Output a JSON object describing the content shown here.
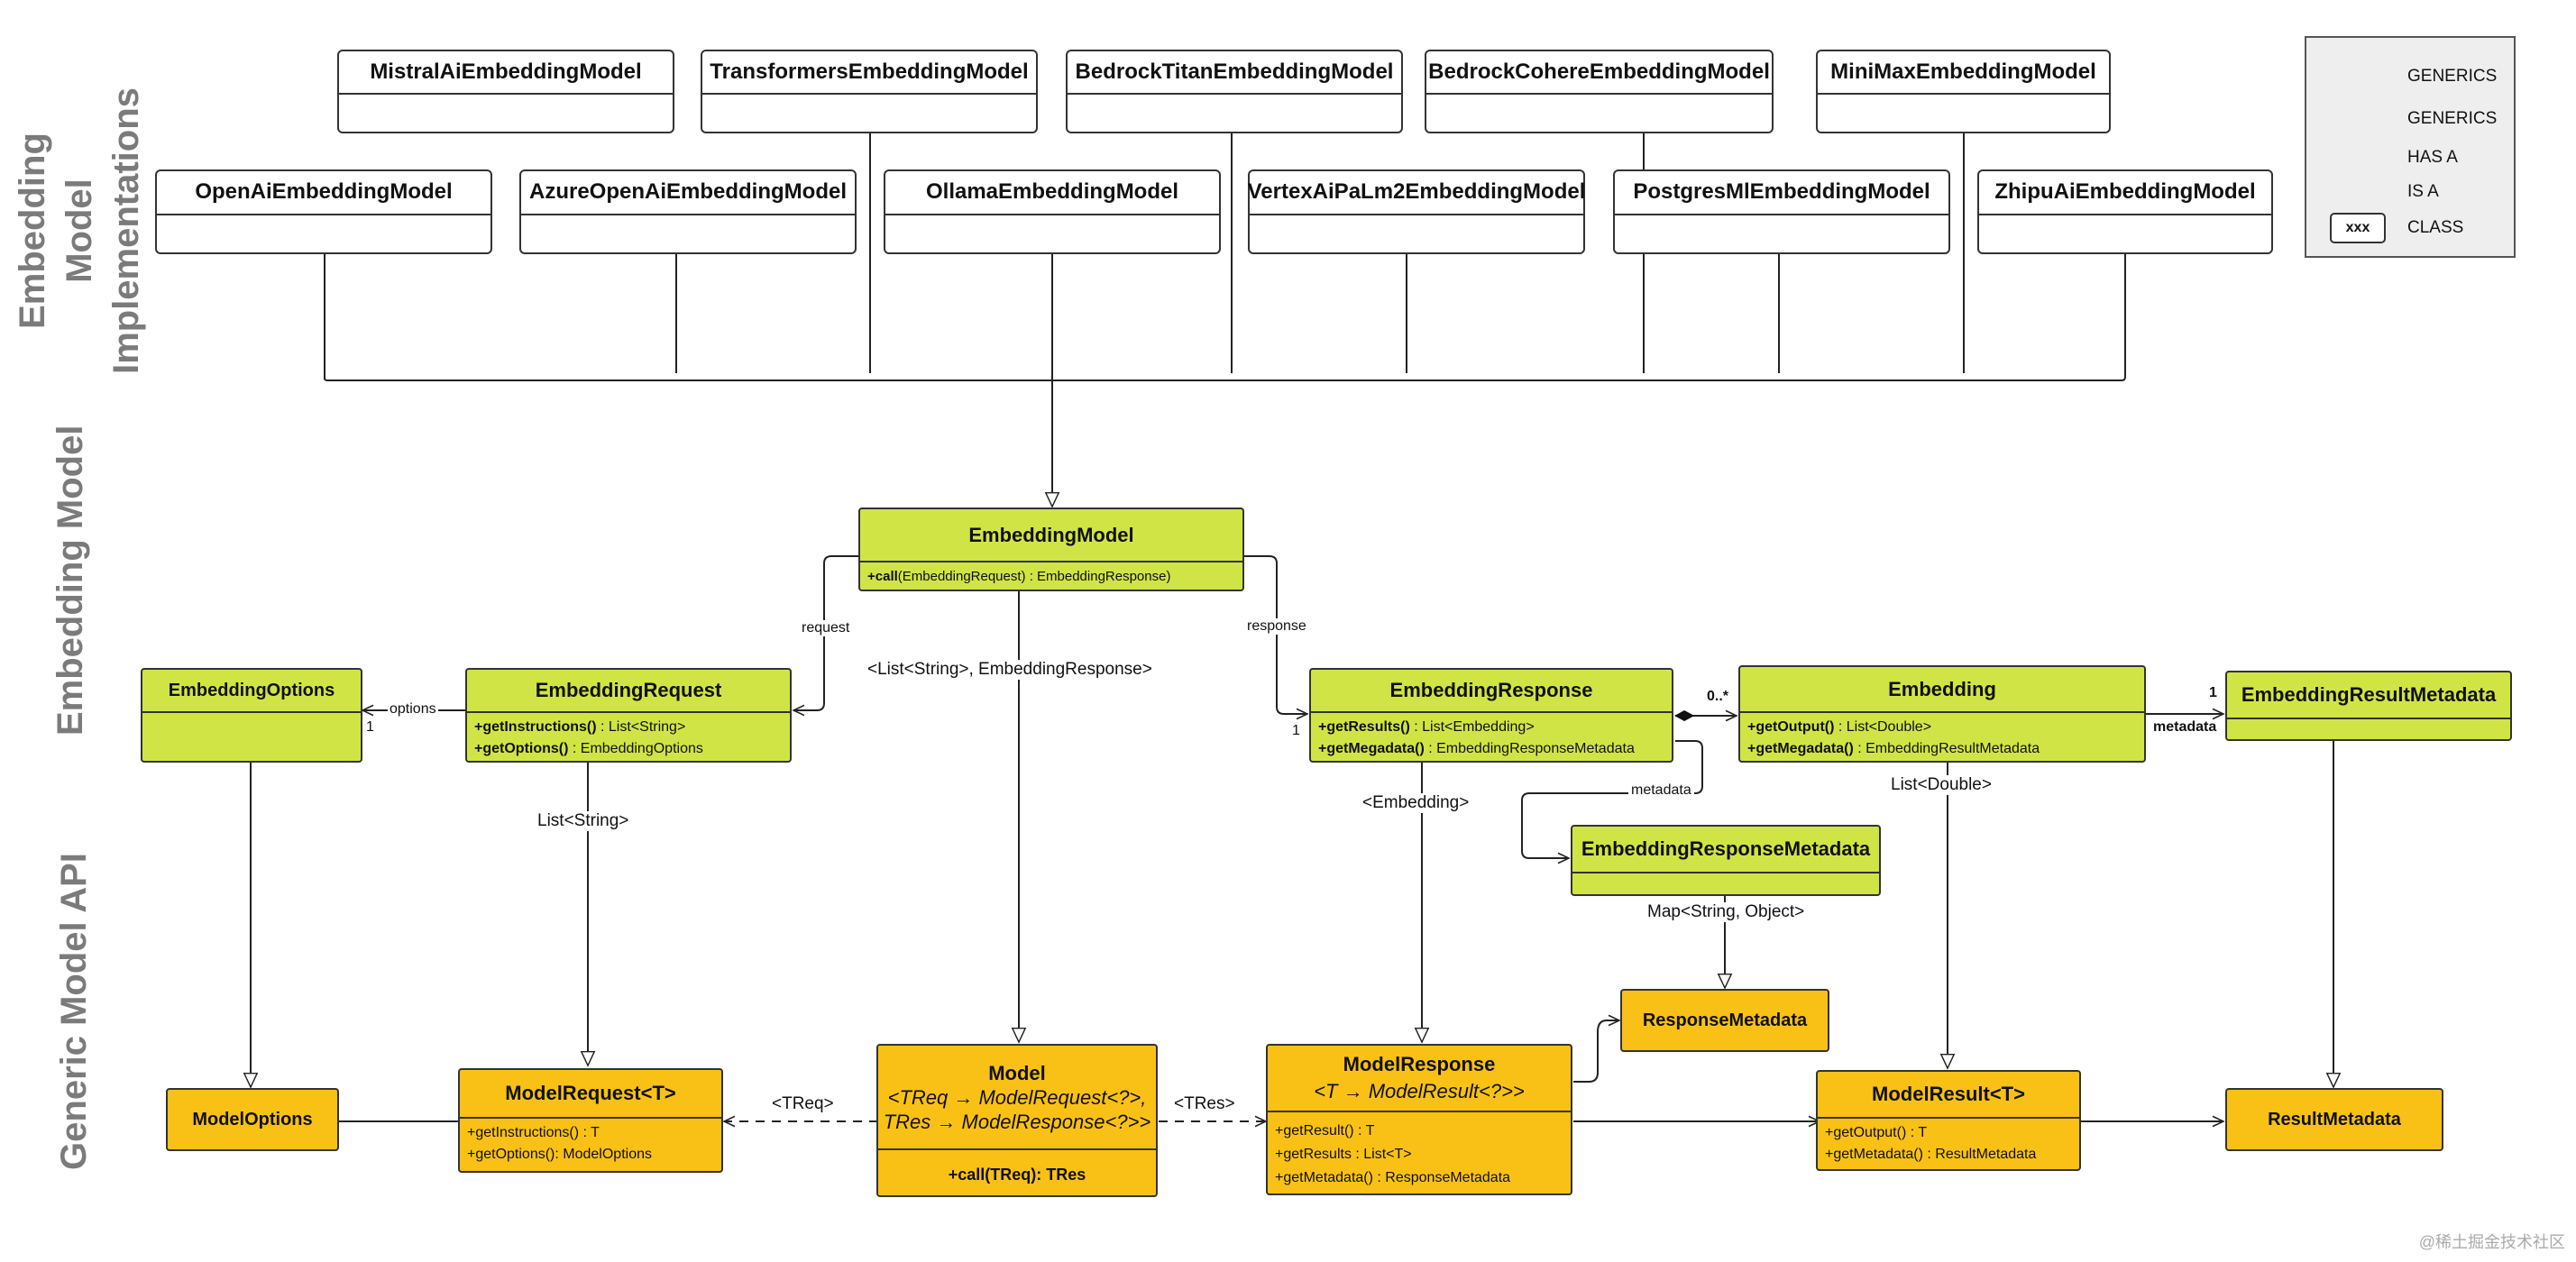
{
  "sections": {
    "implementations": "Embedding Model Implementations",
    "embedding_model": "Embedding Model",
    "generic_api": "Generic Model API"
  },
  "implementations": {
    "top_row": [
      "MistralAiEmbeddingModel",
      "TransformersEmbeddingModel",
      "BedrockTitanEmbeddingModel",
      "BedrockCohereEmbeddingModel",
      "MiniMaxEmbeddingModel"
    ],
    "bottom_row": [
      "OpenAiEmbeddingModel",
      "AzureOpenAiEmbeddingModel",
      "OllamaEmbeddingModel",
      "VertexAiPaLm2EmbeddingModel",
      "PostgresMlEmbeddingModel",
      "ZhipuAiEmbeddingModel"
    ]
  },
  "legend": {
    "generics_dashed": "GENERICS",
    "generics_diamond": "GENERICS",
    "has_a": "HAS A",
    "is_a": "IS A",
    "class_box": "xxx",
    "class": "CLASS"
  },
  "classes": {
    "embedding_model": {
      "name": "EmbeddingModel",
      "method_bold": "+call",
      "method_rest": "(EmbeddingRequest) : EmbeddingResponse)"
    },
    "embedding_options": {
      "name": "EmbeddingOptions"
    },
    "embedding_request": {
      "name": "EmbeddingRequest",
      "m1_bold": "+getInstructions()",
      "m1_rest": " : List<String>",
      "m2_bold": "+getOptions()",
      "m2_rest": " : EmbeddingOptions"
    },
    "embedding_response": {
      "name": "EmbeddingResponse",
      "m1_bold": "+getResults()",
      "m1_rest": " : List<Embedding>",
      "m2_bold": "+getMegadata()",
      "m2_rest": " : EmbeddingResponseMetadata"
    },
    "embedding": {
      "name": "Embedding",
      "m1_bold": "+getOutput()",
      "m1_rest": " : List<Double>",
      "m2_bold": "+getMegadata()",
      "m2_rest": " : EmbeddingResultMetadata"
    },
    "embedding_result_metadata": {
      "name": "EmbeddingResultMetadata"
    },
    "embedding_response_metadata": {
      "name": "EmbeddingResponseMetadata"
    },
    "response_metadata": {
      "name": "ResponseMetadata"
    },
    "model_options": {
      "name": "ModelOptions"
    },
    "model_request": {
      "name": "ModelRequest<T>",
      "m1": "+getInstructions() : T",
      "m2": "+getOptions(): ModelOptions"
    },
    "model": {
      "name": "Model",
      "sub1": "<TReq → ModelRequest<?>,",
      "sub2": "TRes → ModelResponse<?>>",
      "method": "+call(TReq): TRes"
    },
    "model_response": {
      "name": "ModelResponse",
      "sub": "<T → ModelResult<?>>",
      "m1": "+getResult() : T",
      "m2": "+getResults : List<T>",
      "m3": "+getMetadata() : ResponseMetadata"
    },
    "model_result": {
      "name": "ModelResult<T>",
      "m1": "+getOutput() : T",
      "m2": "+getMetadata() : ResultMetadata"
    },
    "result_metadata": {
      "name": "ResultMetadata"
    }
  },
  "connector_labels": {
    "request": "request",
    "response": "response",
    "list_string_embedding_response": "<List<String>, EmbeddingResponse>",
    "options": "options",
    "options_mult": "1",
    "response_mult": "1",
    "zero_many": "0..*",
    "one": "1",
    "metadata_embedding": "metadata",
    "metadata_response": "metadata",
    "list_string": "List<String>",
    "embedding_generic": "<Embedding>",
    "list_double": "List<Double>",
    "map_string_object": "Map<String, Object>",
    "treq": "<TReq>",
    "tres": "<TRes>"
  },
  "watermark": "@稀土掘金技术社区"
}
